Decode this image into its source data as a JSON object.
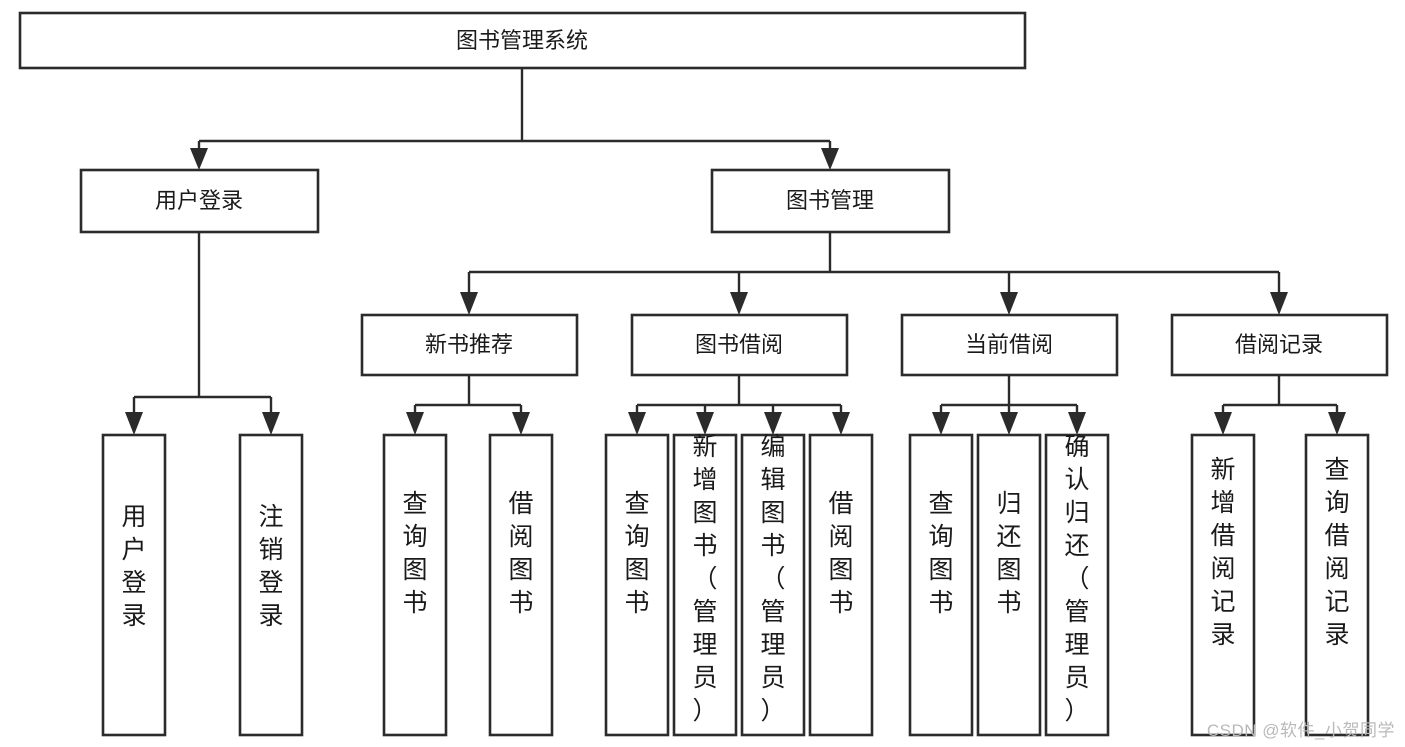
{
  "diagram": {
    "type": "tree-hierarchy",
    "title": "图书管理系统",
    "watermark": "CSDN @软件_小贺同学",
    "colors": {
      "background": "#ffffff",
      "stroke": "#2b2b2b",
      "text": "#1a1a1a",
      "watermark": "#b9b9b9"
    },
    "levels": {
      "root": {
        "label": "图书管理系统"
      },
      "level2": [
        {
          "label": "用户登录"
        },
        {
          "label": "图书管理"
        }
      ],
      "level3": [
        {
          "label": "新书推荐"
        },
        {
          "label": "图书借阅"
        },
        {
          "label": "当前借阅"
        },
        {
          "label": "借阅记录"
        }
      ]
    },
    "nodes": {
      "root": "图书管理系统",
      "user_login": "用户登录",
      "book_manage": "图书管理",
      "new_book_rec": "新书推荐",
      "book_borrow": "图书借阅",
      "current_borrow": "当前借阅",
      "borrow_record": "借阅记录"
    },
    "leaves": {
      "user_login": [
        "用户登录",
        "注销登录"
      ],
      "new_book_rec": [
        "查询图书",
        "借阅图书"
      ],
      "book_borrow": [
        "查询图书",
        "新增图书（管理员）",
        "编辑图书（管理员）",
        "借阅图书"
      ],
      "current_borrow": [
        "查询图书",
        "归还图书",
        "确认归还（管理员）"
      ],
      "borrow_record": [
        "新增借阅记录",
        "查询借阅记录"
      ]
    }
  }
}
